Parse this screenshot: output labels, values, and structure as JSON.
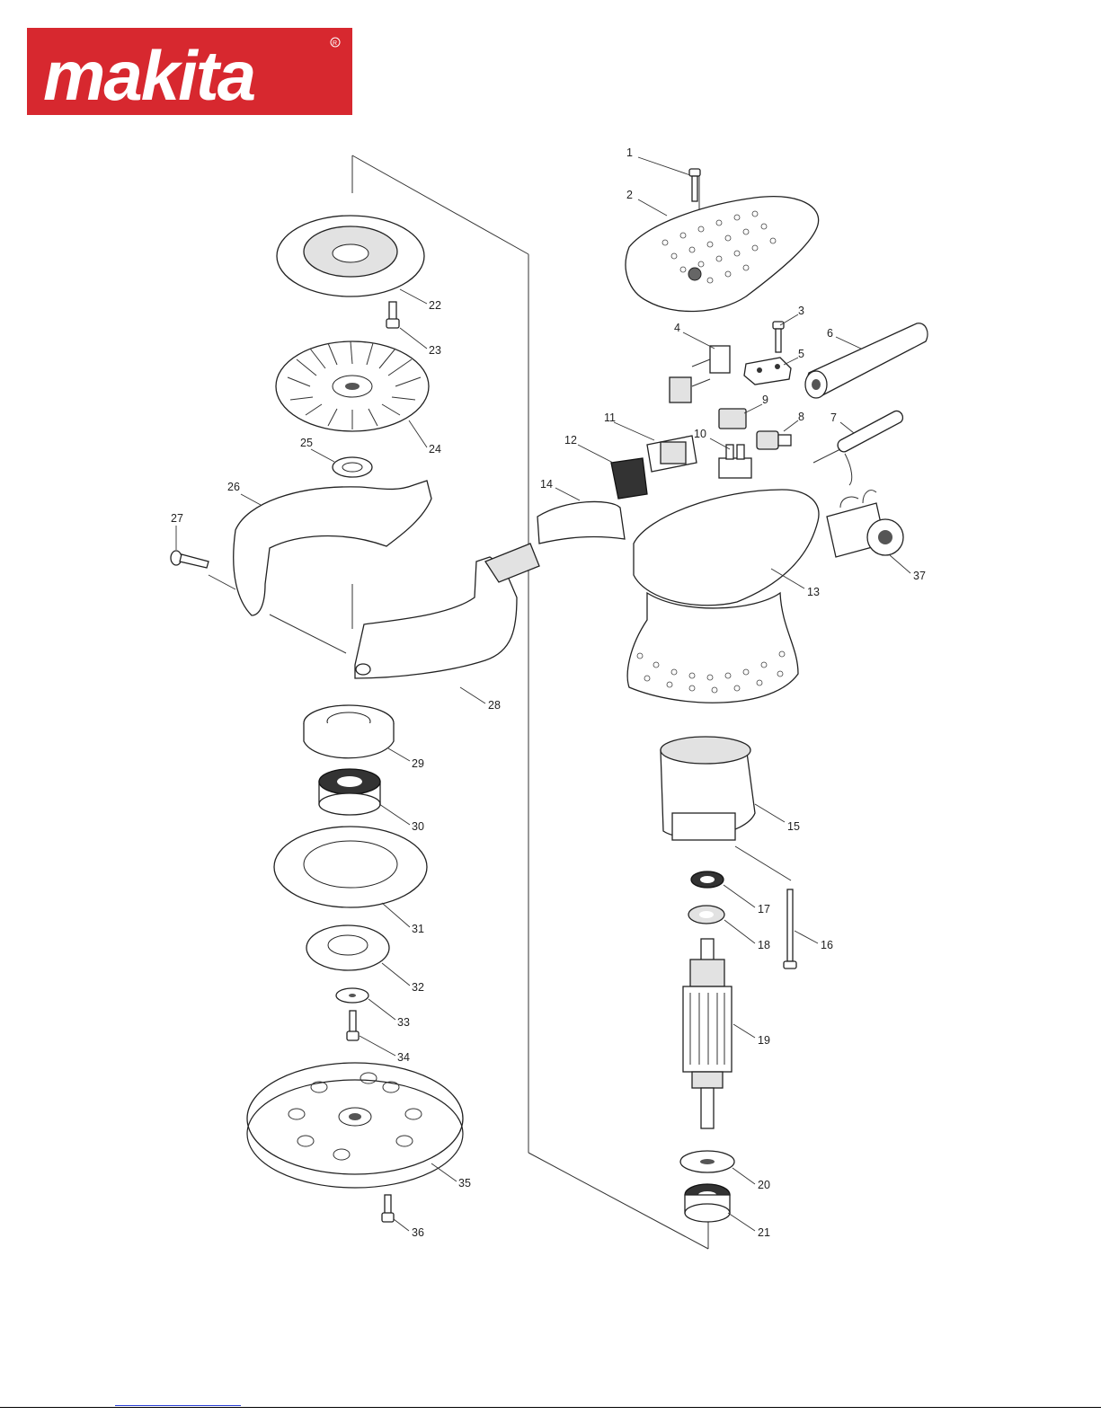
{
  "logo": {
    "text": "makita",
    "registered_mark": "®",
    "bg_color": "#d7282f",
    "text_color": "#ffffff"
  },
  "labels": [
    "1",
    "2",
    "3",
    "4",
    "5",
    "6",
    "7",
    "8",
    "9",
    "10",
    "11",
    "12",
    "13",
    "14",
    "15",
    "16",
    "17",
    "18",
    "19",
    "20",
    "21",
    "22",
    "23",
    "24",
    "25",
    "26",
    "27",
    "28",
    "29",
    "30",
    "31",
    "32",
    "33",
    "34",
    "35",
    "36",
    "37"
  ],
  "colors": {
    "line": "#333333",
    "part_fill": "#ffffff",
    "part_shade": "#e2e2e2",
    "footer_link": "#2a3fd6"
  }
}
